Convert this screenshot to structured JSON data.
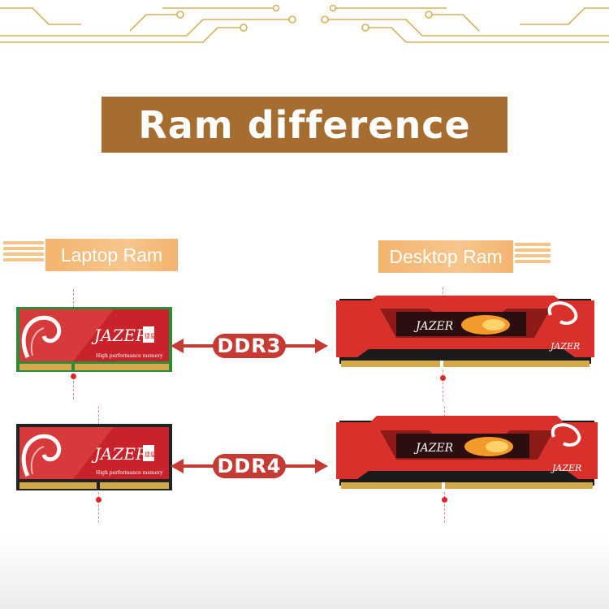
{
  "title": "Ram difference",
  "labels": {
    "laptop": "Laptop Ram",
    "desktop": "Desktop Ram"
  },
  "rows": [
    {
      "type": "DDR3"
    },
    {
      "type": "DDR4"
    }
  ],
  "module": {
    "brand": "JAZER",
    "seal": "捷星",
    "tagline": "High performance memory"
  },
  "colors": {
    "title_bg": "#a66d31",
    "label_bg": "#f3b46e",
    "accent_red": "#c53a33",
    "ddr3_pcb": "#2f8a3a",
    "ddr4_pcb": "#222222"
  }
}
